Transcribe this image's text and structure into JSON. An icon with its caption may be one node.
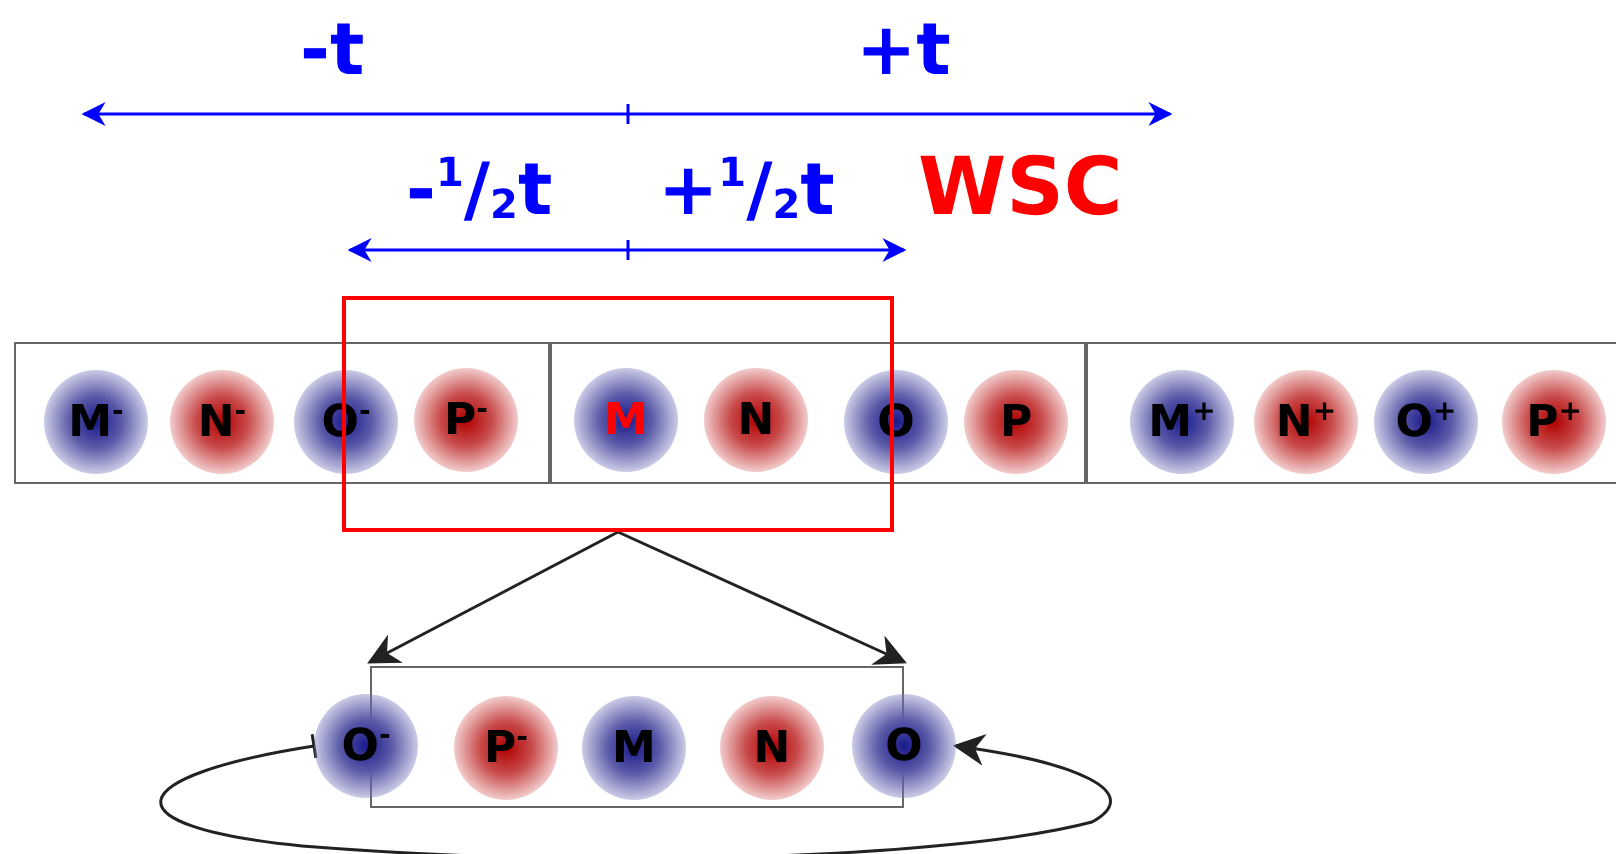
{
  "diagram": {
    "nodes": [
      {
        "text": [],
        "shape": "box"
      },
      {
        "text": [
          "M$^{-}$"
        ],
        "in": 0
      },
      {
        "text": [
          "N$^{-}$"
        ],
        "in": 0
      },
      {
        "text": [
          "O$^{-}$"
        ],
        "in": 0
      },
      {
        "text": [
          "P$^{-}$"
        ]
      },
      {
        "text": [],
        "shape": "box"
      },
      {
        "text": [
          "M"
        ]
      },
      {
        "text": [
          "N"
        ]
      },
      {
        "text": [
          "O"
        ],
        "in": 5
      },
      {
        "text": [
          "P"
        ],
        "in": 5
      },
      {
        "text": [],
        "shape": "box"
      },
      {
        "text": [
          "M$^{+}$"
        ],
        "in": 10
      },
      {
        "text": [
          "N$^{+}$"
        ],
        "in": 10
      },
      {
        "text": [
          "O$^{+}$"
        ],
        "in": 10
      },
      {
        "text": [
          "P$^{+}$"
        ],
        "in": 10
      },
      {
        "text": [
          "WSC"
        ]
      },
      {
        "text": [],
        "shape": "box"
      },
      {
        "text": [
          "O$^{-}$"
        ]
      },
      {
        "text": [
          "P$^{-}$"
        ],
        "in": 16
      },
      {
        "text": [
          "M"
        ],
        "in": 16
      },
      {
        "text": [
          "N"
        ],
        "in": 16
      },
      {
        "text": [
          "O"
        ]
      }
    ],
    "edges": [
      {
        "from": 15,
        "to": 16,
        "arrow": "to"
      },
      {
        "from": 15,
        "to": 16,
        "arrow": "to"
      },
      {
        "from": 17,
        "to": 21,
        "arrow": "to"
      }
    ],
    "labels": [
      "-t",
      "+t",
      "-$^{1}$/$_{2}$t",
      "+$^{1}$/$_{2}$t"
    ]
  }
}
